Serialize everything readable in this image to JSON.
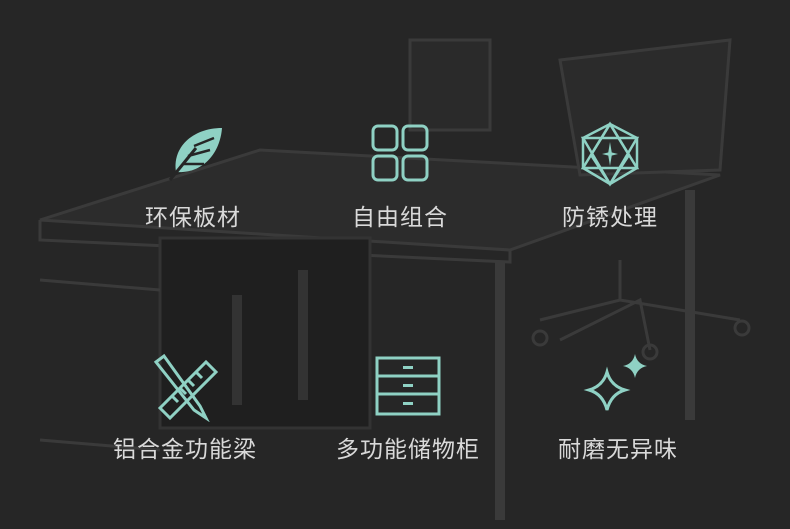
{
  "features": [
    {
      "label": "环保板材",
      "icon": "leaf-icon"
    },
    {
      "label": "自由组合",
      "icon": "grid-icon"
    },
    {
      "label": "防锈处理",
      "icon": "gem-icon"
    },
    {
      "label": "铝合金功能梁",
      "icon": "ruler-pencil-icon"
    },
    {
      "label": "多功能储物柜",
      "icon": "drawer-icon"
    },
    {
      "label": "耐磨无异味",
      "icon": "sparkle-icon"
    }
  ],
  "colors": {
    "icon": "#8fd1c4",
    "text": "#d9d9d9",
    "background": "#262626"
  }
}
